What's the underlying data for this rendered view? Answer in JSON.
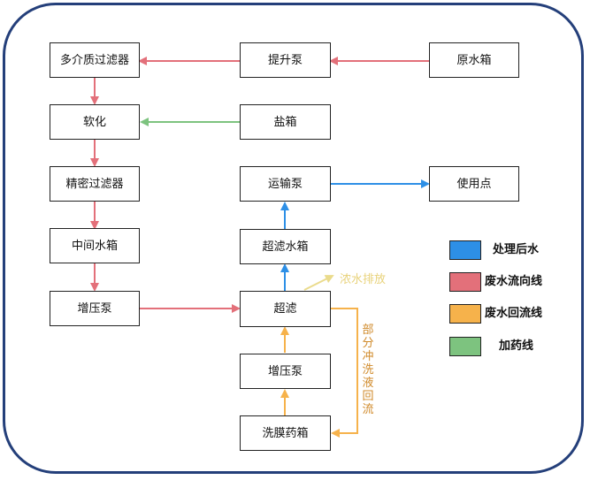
{
  "nodes": {
    "multi_filter": "多介质过滤器",
    "lift_pump": "提升泵",
    "raw_tank": "原水箱",
    "softener": "软化",
    "salt_tank": "盐箱",
    "fine_filter": "精密过滤器",
    "transfer_pump": "运输泵",
    "use_point": "使用点",
    "middle_tank": "中间水箱",
    "uf_tank": "超滤水箱",
    "booster_pump_left": "增压泵",
    "uf": "超滤",
    "booster_pump_right": "增压泵",
    "membrane_tank": "洗膜药箱"
  },
  "annotations": {
    "concentrate_discharge": "浓水排放",
    "backflush_return": "部分冲洗液回流"
  },
  "legend": [
    {
      "label": "处理后水",
      "color": "#2d8fe6"
    },
    {
      "label": "废水流向线",
      "color": "#e3707a"
    },
    {
      "label": "废水回流线",
      "color": "#f6b24b"
    },
    {
      "label": "加药线",
      "color": "#7dc37f"
    }
  ],
  "colors": {
    "treated": "#2d8fe6",
    "waste": "#e3707a",
    "return": "#f6b24b",
    "dosing": "#7dc37f",
    "frame": "#243f7a"
  }
}
